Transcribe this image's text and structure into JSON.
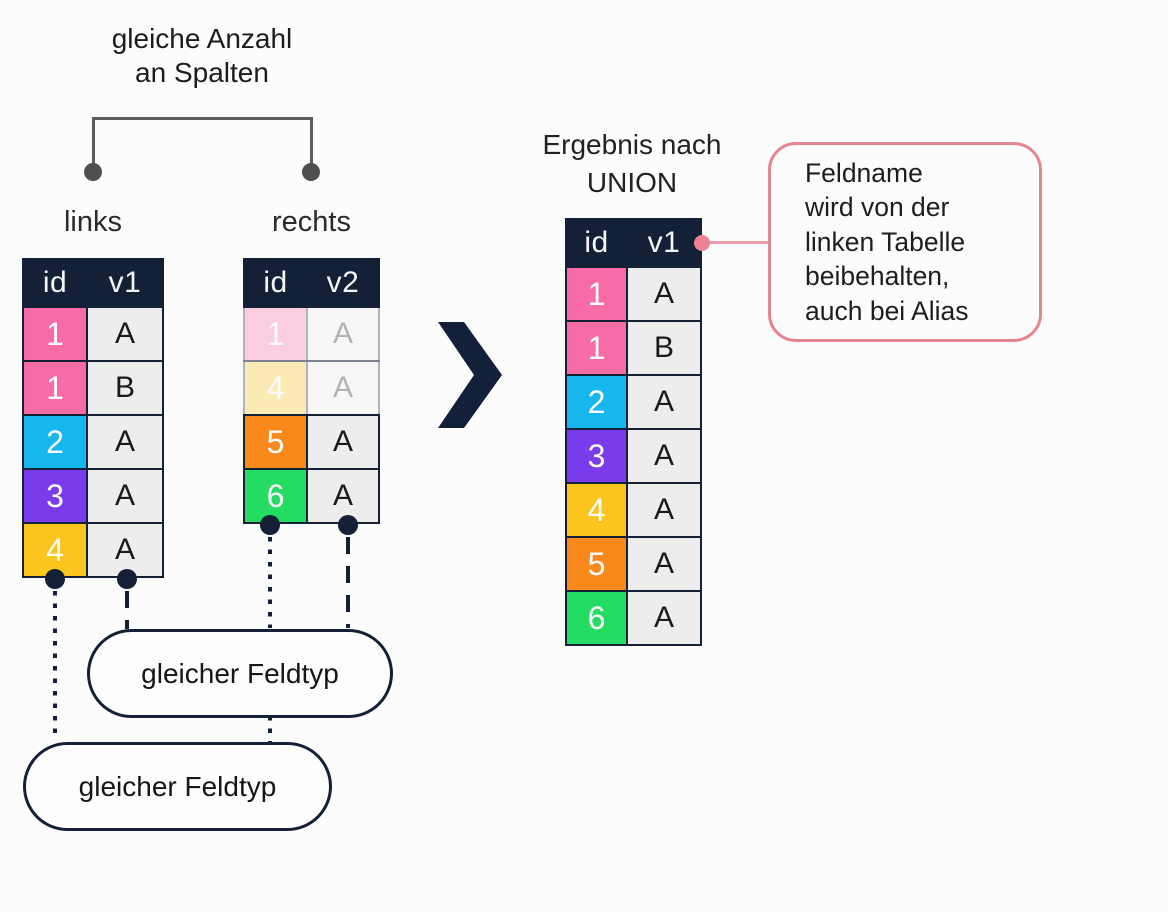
{
  "note": {
    "line1": "gleiche Anzahl",
    "line2": "an Spalten"
  },
  "left_table": {
    "label": "links",
    "headers": [
      "id",
      "v1"
    ],
    "rows": [
      {
        "id": "1",
        "v": "A",
        "color": "#f76ca6"
      },
      {
        "id": "1",
        "v": "B",
        "color": "#f76ca6"
      },
      {
        "id": "2",
        "v": "A",
        "color": "#16b7ec"
      },
      {
        "id": "3",
        "v": "A",
        "color": "#7a3bea"
      },
      {
        "id": "4",
        "v": "A",
        "color": "#fbc51d"
      }
    ]
  },
  "right_table": {
    "label": "rechts",
    "headers": [
      "id",
      "v2"
    ],
    "rows": [
      {
        "id": "1",
        "v": "A",
        "color": "#f76ca6",
        "faded": true
      },
      {
        "id": "4",
        "v": "A",
        "color": "#fbc51d",
        "faded": true
      },
      {
        "id": "5",
        "v": "A",
        "color": "#f9891c",
        "faded": false
      },
      {
        "id": "6",
        "v": "A",
        "color": "#25dc62",
        "faded": false
      }
    ]
  },
  "result_table": {
    "title_line1": "Ergebnis nach",
    "title_line2": "UNION",
    "headers": [
      "id",
      "v1"
    ],
    "rows": [
      {
        "id": "1",
        "v": "A",
        "color": "#f76ca6"
      },
      {
        "id": "1",
        "v": "B",
        "color": "#f76ca6"
      },
      {
        "id": "2",
        "v": "A",
        "color": "#16b7ec"
      },
      {
        "id": "3",
        "v": "A",
        "color": "#7a3bea"
      },
      {
        "id": "4",
        "v": "A",
        "color": "#fbc51d"
      },
      {
        "id": "5",
        "v": "A",
        "color": "#f9891c"
      },
      {
        "id": "6",
        "v": "A",
        "color": "#25dc62"
      }
    ]
  },
  "callout": {
    "lines": [
      "Feldname",
      "wird von der",
      "linken Tabelle",
      "beibehalten,",
      "auch bei Alias"
    ]
  },
  "pills": {
    "top_label": "gleicher Feldtyp",
    "bottom_label": "gleicher Feldtyp"
  },
  "colors": {
    "header_navy": "#132036",
    "pink": "#f76ca6",
    "cyan": "#16b7ec",
    "purple": "#7a3bea",
    "yellow": "#fbc51d",
    "orange": "#f9891c",
    "green": "#25dc62",
    "cell_gray": "#ededed",
    "callout_border": "#e5858f",
    "connector_pink": "#ec8296",
    "bracket_gray": "#5c5c5c"
  }
}
